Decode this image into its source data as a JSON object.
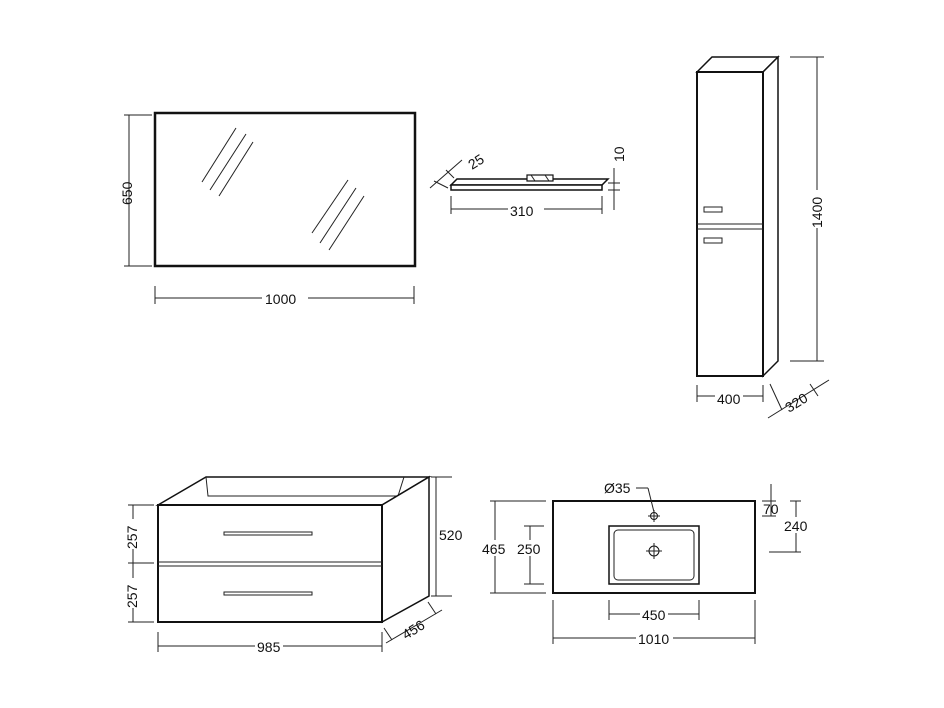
{
  "mirror": {
    "width_label": "1000",
    "height_label": "650"
  },
  "lamp": {
    "depth_label": "25",
    "length_label": "310",
    "height_label": "10"
  },
  "column": {
    "height_label": "1400",
    "width_label": "400",
    "depth_label": "320"
  },
  "vanity": {
    "height_label": "520",
    "drawer_top_label": "257",
    "drawer_bottom_label": "257",
    "width_label": "985",
    "depth_label": "456"
  },
  "basin": {
    "tap_hole_label": "Ø35",
    "offset_label": "70",
    "tap_depth_label": "240",
    "depth_label": "465",
    "bowl_depth_label": "250",
    "bowl_width_label": "450",
    "width_label": "1010"
  }
}
